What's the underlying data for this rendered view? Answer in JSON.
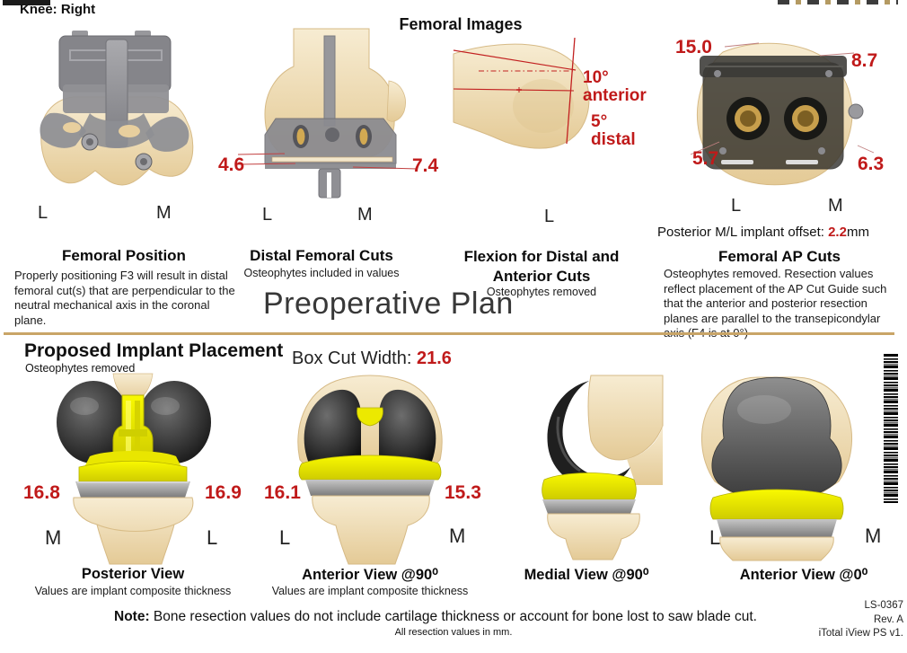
{
  "header": {
    "knee_label": "Knee: Right",
    "title": "Femoral Images"
  },
  "watermark": "Preoperative Plan",
  "femoral_panels": [
    {
      "caption": "Femoral Position",
      "description": "Properly positioning F3 will result in distal femoral cut(s) that are perpendicular to the neutral mechanical axis in the coronal plane.",
      "left_label": "L",
      "right_label": "M"
    },
    {
      "caption": "Distal Femoral Cuts",
      "subcaption": "Osteophytes included in values",
      "left_label": "L",
      "right_label": "M",
      "left_value": "4.6",
      "right_value": "7.4"
    },
    {
      "caption_line1": "Flexion for Distal and",
      "caption_line2": "Anterior Cuts",
      "subcaption": "Osteophytes removed",
      "left_label": "L",
      "angle1_value": "10°",
      "angle1_text": "anterior",
      "angle2_value": "5°",
      "angle2_text": "distal"
    },
    {
      "caption": "Femoral AP Cuts",
      "offset_label": "Posterior M/L implant offset:",
      "offset_value": "2.2",
      "offset_unit": "mm",
      "description": "Osteophytes removed. Resection values reflect placement of the AP Cut Guide such that the anterior and posterior resection planes are parallel to the transepicondylar axis (F4 is at 0°)",
      "left_label": "L",
      "right_label": "M",
      "top_left_value": "15.0",
      "top_right_value": "8.7",
      "bottom_left_value": "5.7",
      "bottom_right_value": "6.3"
    }
  ],
  "implant_section": {
    "title": "Proposed Implant Placement",
    "subtitle": "Osteophytes removed",
    "box_cut_label": "Box Cut Width:",
    "box_cut_value": "21.6",
    "panels": [
      {
        "caption": "Posterior View",
        "subcaption": "Values are implant composite thickness",
        "left_value": "16.8",
        "right_value": "16.9",
        "left_label": "M",
        "right_label": "L"
      },
      {
        "caption": "Anterior View @90⁰",
        "subcaption": "Values are implant composite thickness",
        "left_value": "16.1",
        "right_value": "15.3",
        "left_label": "L",
        "right_label": "M"
      },
      {
        "caption": "Medial View @90⁰"
      },
      {
        "caption": "Anterior View @0⁰",
        "left_label": "L",
        "right_label": "M"
      }
    ]
  },
  "footer": {
    "note_label": "Note:",
    "note_text": "Bone resection values do not include cartilage thickness or account for bone lost to saw blade cut.",
    "note_sub": "All resection values in mm.",
    "doc_lines": [
      "LS-0367",
      "Rev. A",
      "iTotal iView PS v1."
    ]
  },
  "colors": {
    "measurement_red": "#c01a1a",
    "divider_tan": "#c9a567"
  }
}
